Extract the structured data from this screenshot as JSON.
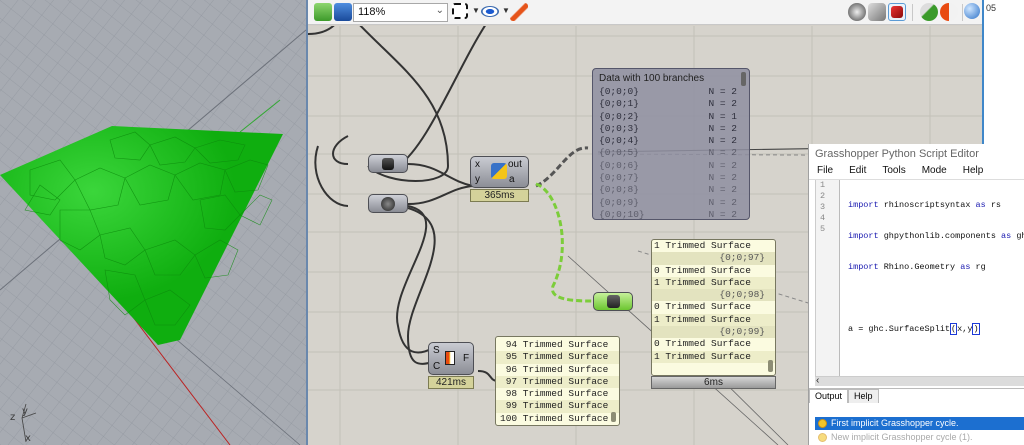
{
  "viewport": {
    "axis_labels": {
      "x": "x",
      "y": "y",
      "z": "z"
    },
    "surface_color": "#10b010",
    "grid_color": "#8e939b"
  },
  "toolbar": {
    "zoom_value": "118%",
    "icons": [
      "open-file-icon",
      "save-icon",
      "zoom-extents-icon",
      "preview-eye-icon",
      "sketch-pen-icon",
      "preview-wire-icon",
      "preview-shaded-icon",
      "preview-selected-icon",
      "preview-mesh-icon",
      "preview-color-icon",
      "sphere-display-icon"
    ]
  },
  "canvas": {
    "python_component": {
      "inputs": [
        "x",
        "y"
      ],
      "outputs": [
        "out",
        "a"
      ],
      "timer": "365ms"
    },
    "split_component": {
      "inputs": [
        "S",
        "C"
      ],
      "outputs": [
        "F"
      ],
      "timer": "421ms"
    },
    "list_panel_timer": "6ms",
    "grey_panel": {
      "title": "Data with 100 branches",
      "rows": [
        {
          "path": "{0;0;0}",
          "count": "N = 2"
        },
        {
          "path": "{0;0;1}",
          "count": "N = 2"
        },
        {
          "path": "{0;0;2}",
          "count": "N = 1"
        },
        {
          "path": "{0;0;3}",
          "count": "N = 2"
        },
        {
          "path": "{0;0;4}",
          "count": "N = 2"
        },
        {
          "path": "{0;0;5}",
          "count": "N = 2"
        },
        {
          "path": "{0;0;6}",
          "count": "N = 2"
        },
        {
          "path": "{0;0;7}",
          "count": "N = 2"
        },
        {
          "path": "{0;0;8}",
          "count": "N = 2"
        },
        {
          "path": "{0;0;9}",
          "count": "N = 2"
        },
        {
          "path": "{0;0;10}",
          "count": "N = 2"
        }
      ]
    },
    "tree_panel": {
      "rows": [
        {
          "type": "item",
          "text": "1 Trimmed Surface"
        },
        {
          "type": "path",
          "text": "{0;0;97}"
        },
        {
          "type": "item",
          "text": "0 Trimmed Surface"
        },
        {
          "type": "item",
          "text": "1 Trimmed Surface"
        },
        {
          "type": "path",
          "text": "{0;0;98}"
        },
        {
          "type": "item",
          "text": "0 Trimmed Surface"
        },
        {
          "type": "item",
          "text": "1 Trimmed Surface"
        },
        {
          "type": "path",
          "text": "{0;0;99}"
        },
        {
          "type": "item",
          "text": "0 Trimmed Surface"
        },
        {
          "type": "item",
          "text": "1 Trimmed Surface"
        }
      ]
    },
    "list_panel": {
      "rows": [
        " 94 Trimmed Surface",
        " 95 Trimmed Surface",
        " 96 Trimmed Surface",
        " 97 Trimmed Surface",
        " 98 Trimmed Surface",
        " 99 Trimmed Surface",
        "100 Trimmed Surface"
      ]
    }
  },
  "python_editor": {
    "title": "Grasshopper Python Script Editor",
    "menu": [
      "File",
      "Edit",
      "Tools",
      "Mode",
      "Help"
    ],
    "line_numbers": [
      "1",
      "2",
      "3",
      "4",
      "5"
    ],
    "code": [
      {
        "kw": "import",
        "rest1": " rhinoscriptsyntax ",
        "kw2": "as",
        "rest2": " rs"
      },
      {
        "kw": "import",
        "rest1": " ghpythonlib.components ",
        "kw2": "as",
        "rest2": " ghc"
      },
      {
        "kw": "import",
        "rest1": " Rhino.Geometry ",
        "kw2": "as",
        "rest2": " rg"
      },
      {
        "kw": "",
        "rest1": "",
        "kw2": "",
        "rest2": ""
      },
      {
        "pre": "a = ghc.SurfaceSplit",
        "open": "(",
        "args": "x,y",
        "close": ")"
      }
    ],
    "output_tabs": [
      "Output",
      "Help"
    ],
    "log": [
      {
        "text": "First implicit Grasshopper cycle.",
        "selected": true
      },
      {
        "text": "New implicit Grasshopper cycle (1).",
        "selected": false
      }
    ]
  },
  "right_strip_text": "05"
}
